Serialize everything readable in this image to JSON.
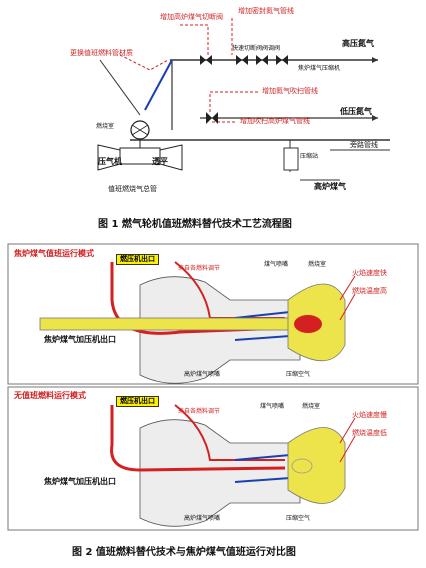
{
  "fig1": {
    "caption": "图 1 燃气轮机值班燃料替代技术工艺流程图",
    "labels": {
      "shutoff_valve": "增加高炉煤气切断阀",
      "nitrogen_line": "增加密封氮气管线",
      "replace_pipe": "更换值班燃料管材质",
      "valve_left": "快速切断阀",
      "valve_right": "阀调阀",
      "hp_nitrogen": "高压氮气",
      "coke_gas_press": "焦炉煤气压缩机",
      "purge_line": "增加氮气吹扫管线",
      "purge_bf": "增加吹扫高炉煤气管线",
      "lp_nitrogen": "低压氮气",
      "combustor": "燃烧室",
      "compressor": "压气机",
      "turbine": "透平",
      "header": "值班燃烧气总管",
      "press_station": "压缩站",
      "bypass": "旁路管线",
      "bf_gas": "高炉煤气"
    }
  },
  "fig2": {
    "caption": "图 2 值班燃料替代技术与焦炉煤气值班运行对比图",
    "top": {
      "mode": "焦炉煤气值班运行模式",
      "outlet_box": "燃压机出口",
      "from_gt": "来自各燃料调节",
      "gas_nozzle": "煤气喷嘴",
      "combustor": "燃烧室",
      "flame_fast": "火焰速度快",
      "temp_high": "燃烧温度高",
      "outlet": "焦炉煤气加压机出口",
      "bf_nozzle": "高炉煤气喷嘴",
      "comp_air": "压缩空气"
    },
    "bottom": {
      "mode": "无值班燃料运行模式",
      "outlet_box": "燃压机出口",
      "from_gt": "来自各燃料调节",
      "gas_nozzle": "煤气喷嘴",
      "combustor": "燃烧室",
      "flame_slow": "火焰速度慢",
      "temp_low": "燃烧温度低",
      "outlet": "焦炉煤气加压机出口",
      "bf_nozzle": "高炉煤气喷嘴",
      "comp_air": "压缩空气"
    }
  }
}
